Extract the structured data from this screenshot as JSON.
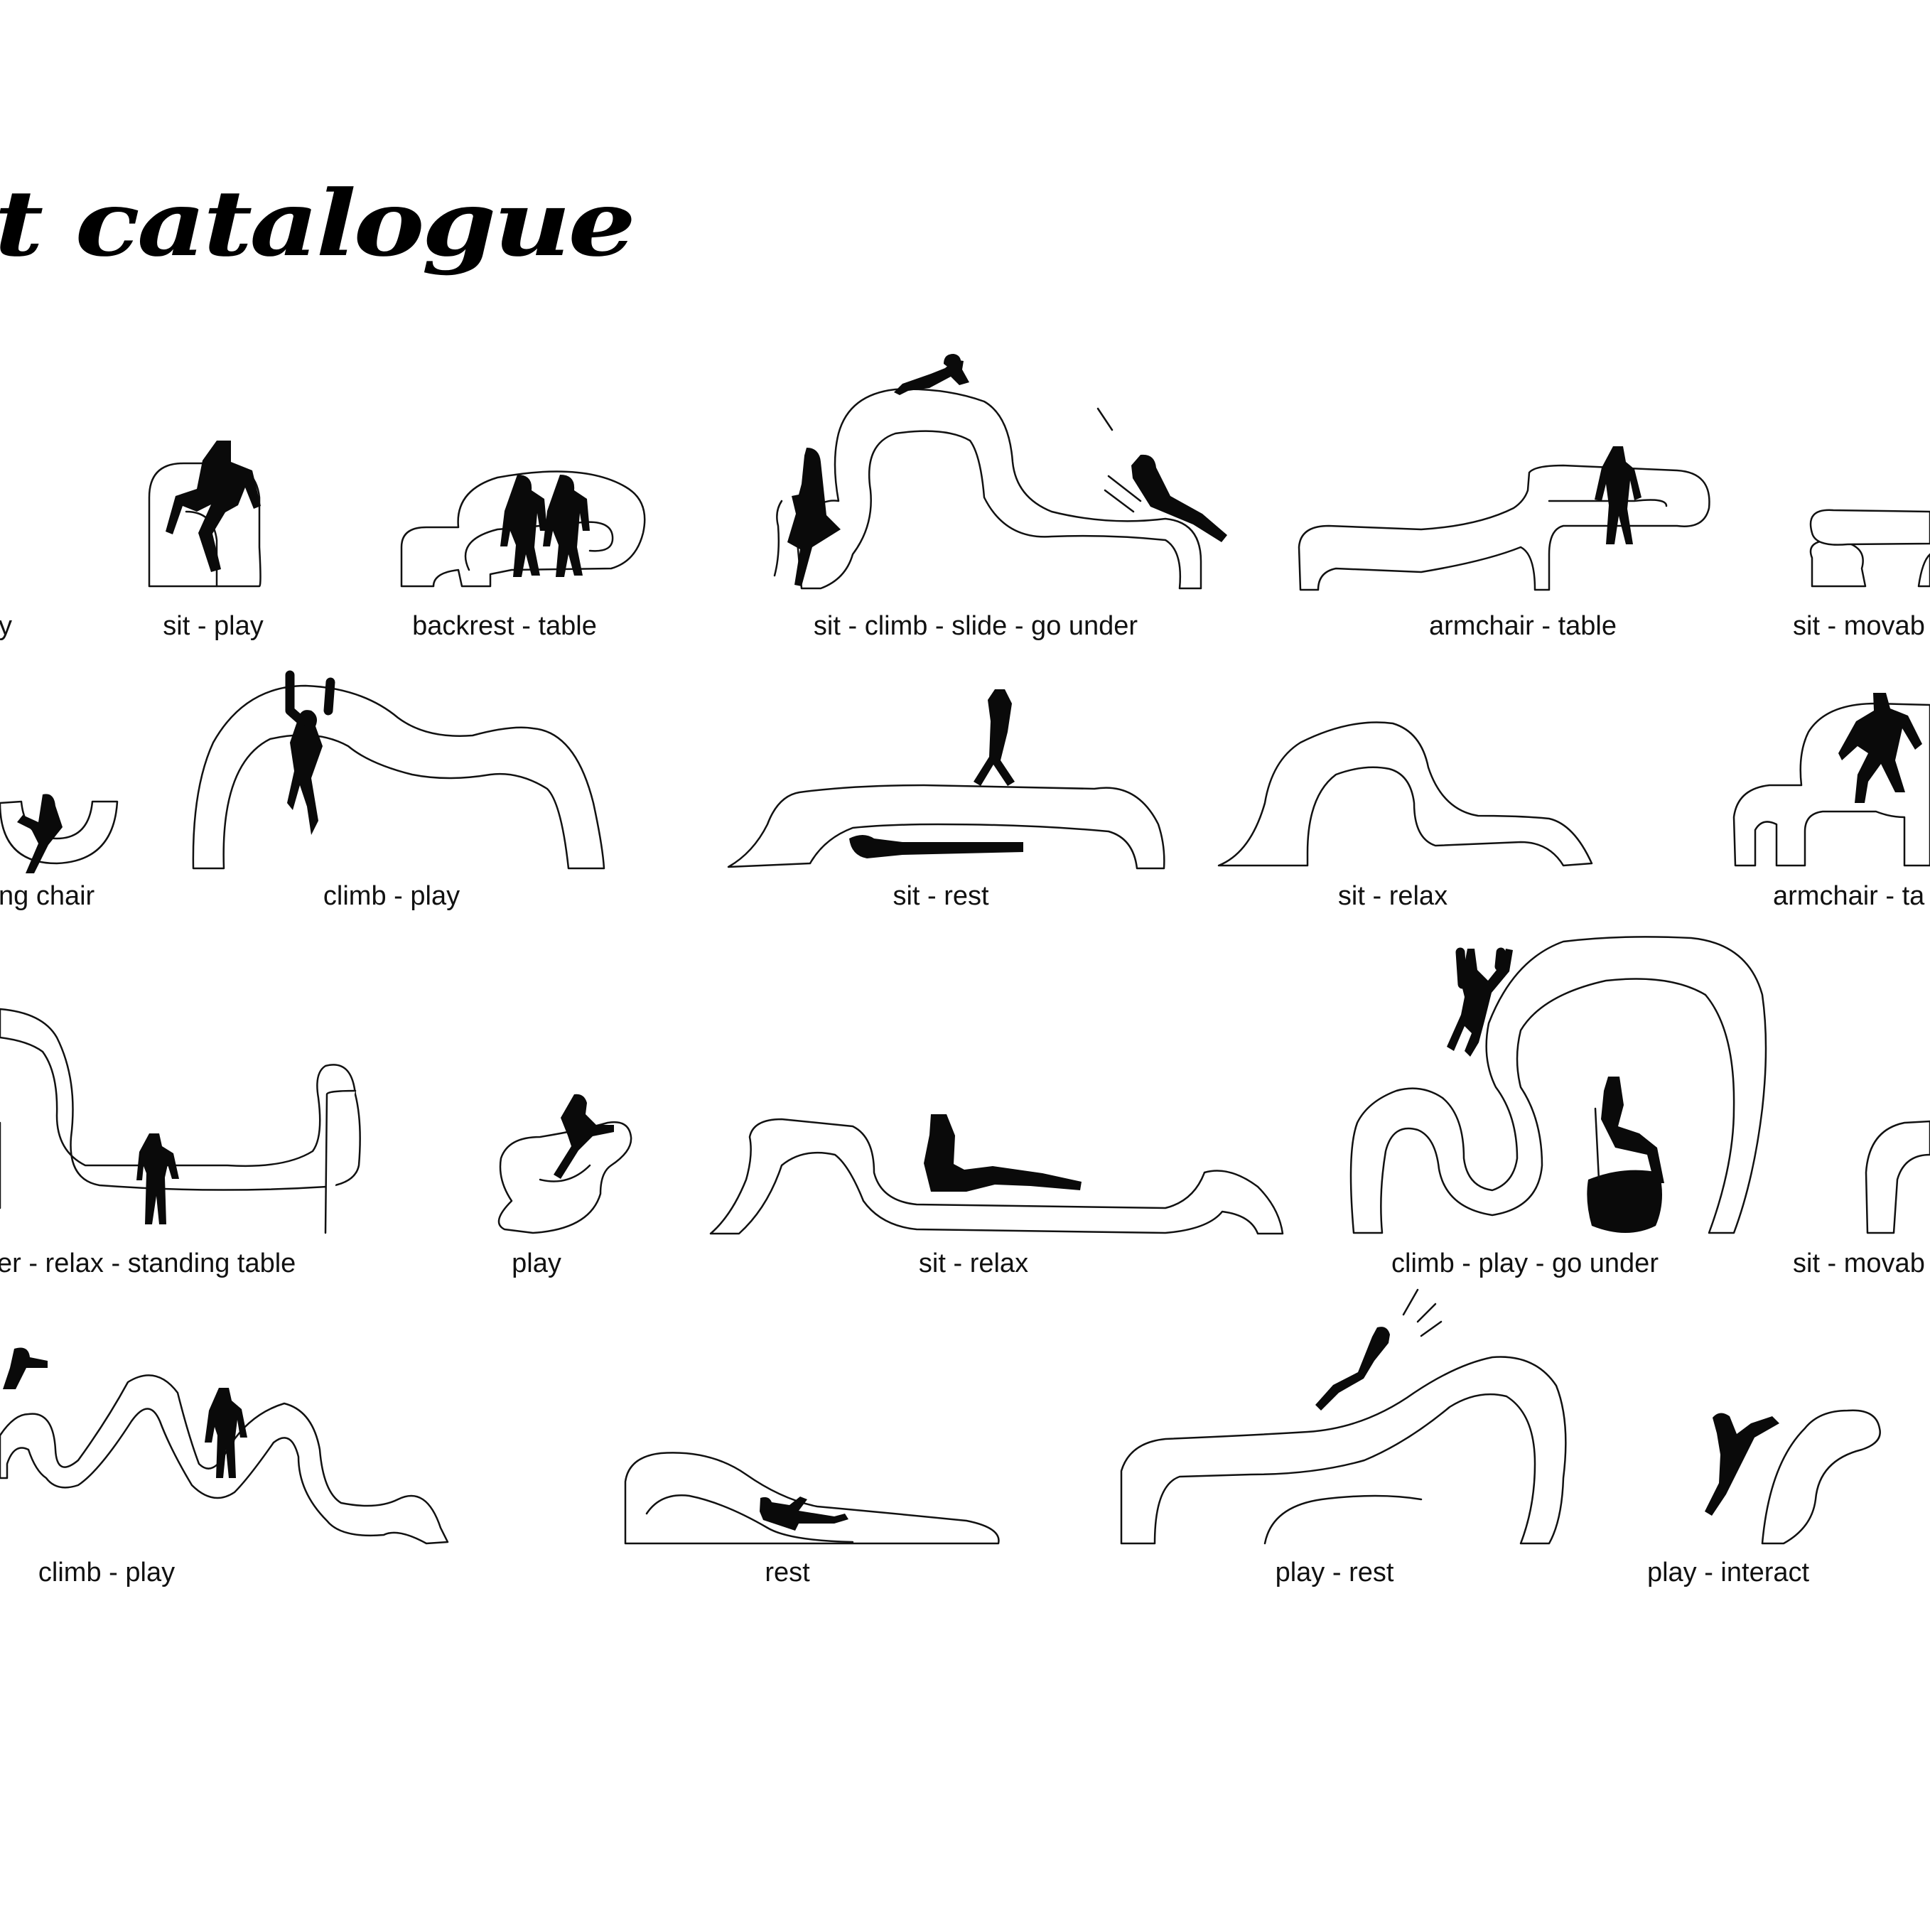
{
  "title": "t catalogue",
  "items": [
    {
      "id": "r1-0",
      "caption": "y"
    },
    {
      "id": "r1-1",
      "caption": "sit - play"
    },
    {
      "id": "r1-2",
      "caption": "backrest - table"
    },
    {
      "id": "r1-3",
      "caption": "sit - climb - slide - go under"
    },
    {
      "id": "r1-4",
      "caption": "armchair - table"
    },
    {
      "id": "r1-5",
      "caption": "sit - movab"
    },
    {
      "id": "r2-0",
      "caption": "ng chair"
    },
    {
      "id": "r2-1",
      "caption": "climb - play"
    },
    {
      "id": "r2-2",
      "caption": "sit - rest"
    },
    {
      "id": "r2-3",
      "caption": "sit - relax"
    },
    {
      "id": "r2-4",
      "caption": "armchair - ta"
    },
    {
      "id": "r3-0",
      "caption": "er - relax - standing table"
    },
    {
      "id": "r3-1",
      "caption": "play"
    },
    {
      "id": "r3-2",
      "caption": "sit - relax"
    },
    {
      "id": "r3-3",
      "caption": "climb - play - go under"
    },
    {
      "id": "r3-4",
      "caption": "sit - movab"
    },
    {
      "id": "r4-0",
      "caption": "climb - play"
    },
    {
      "id": "r4-1",
      "caption": "rest"
    },
    {
      "id": "r4-2",
      "caption": "play - rest"
    },
    {
      "id": "r4-3",
      "caption": "play - interact"
    }
  ]
}
